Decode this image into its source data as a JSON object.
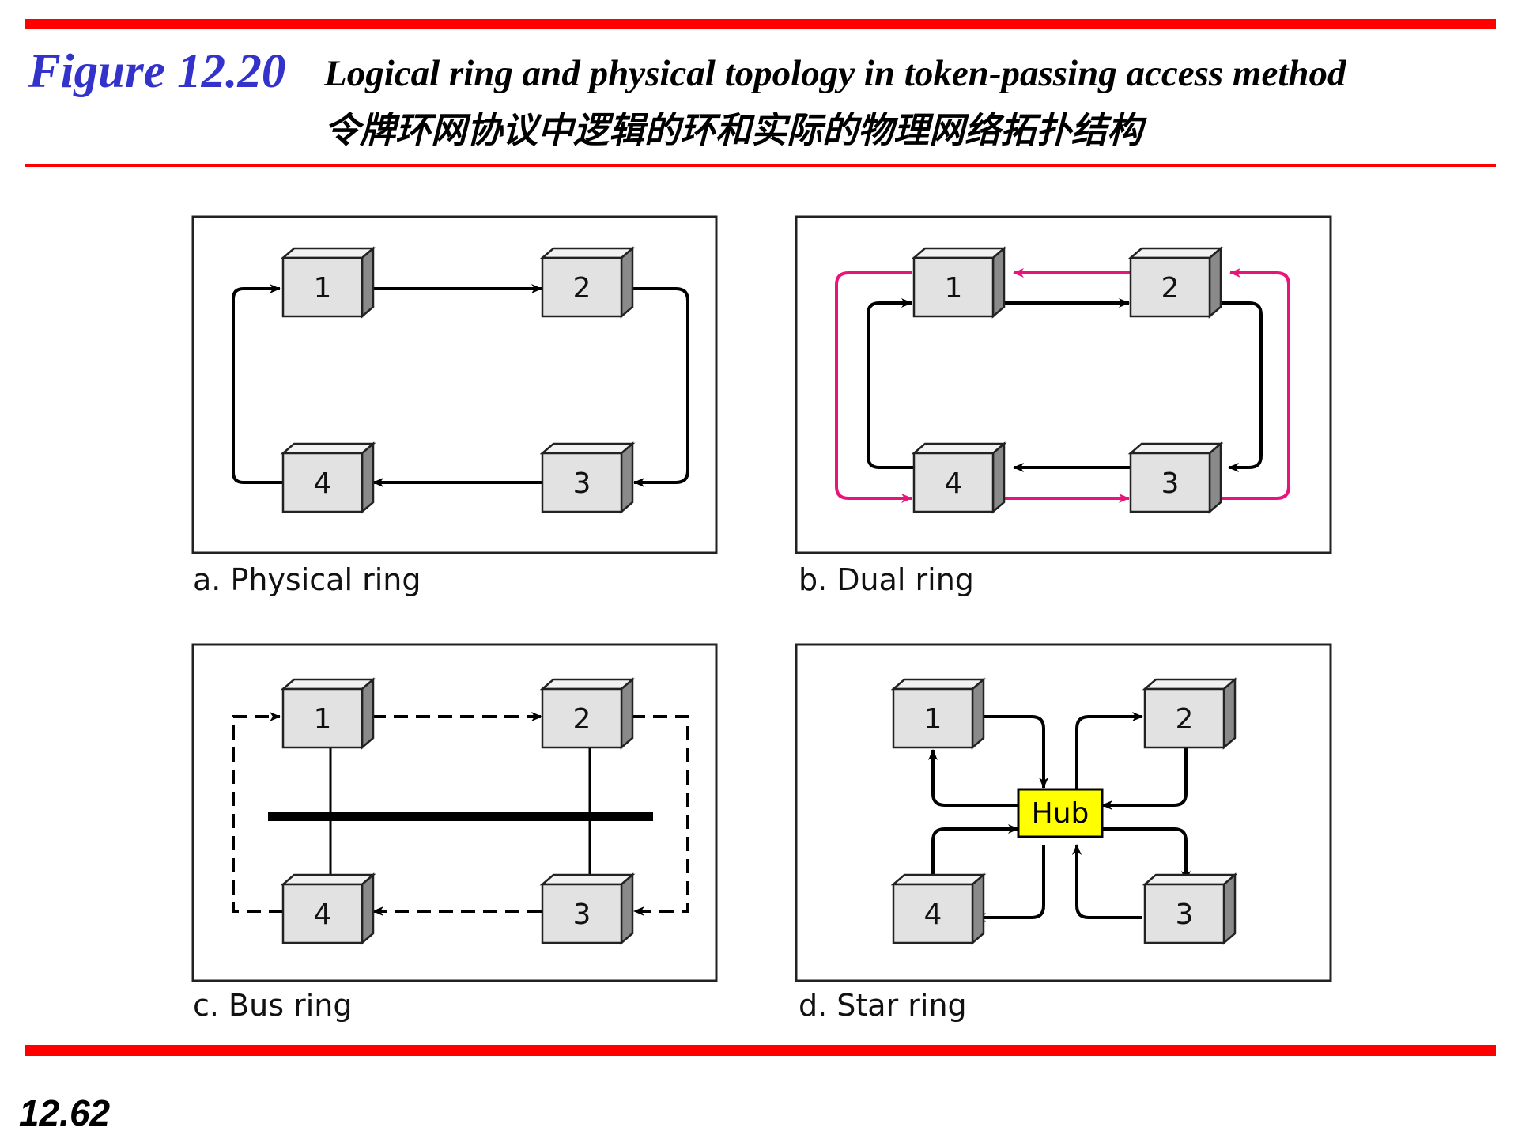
{
  "header": {
    "figure_number": "Figure 12.20",
    "title": "Logical ring and physical topology in token-passing access method",
    "subtitle": "令牌环网协议中逻辑的环和实际的物理网络拓扑结构"
  },
  "panels": [
    {
      "caption": "a. Physical ring"
    },
    {
      "caption": "b. Dual ring"
    },
    {
      "caption": "c. Bus ring"
    },
    {
      "caption": "d. Star ring"
    }
  ],
  "station_labels": [
    "1",
    "2",
    "3",
    "4"
  ],
  "hub_label": "Hub",
  "page_number": "12.62",
  "colors": {
    "rule": "#ff0000",
    "figure_number": "#3333cc",
    "secondary_ring": "#e8147a",
    "hub_fill": "#ffff00",
    "station_fill": "#e2e2e2"
  }
}
